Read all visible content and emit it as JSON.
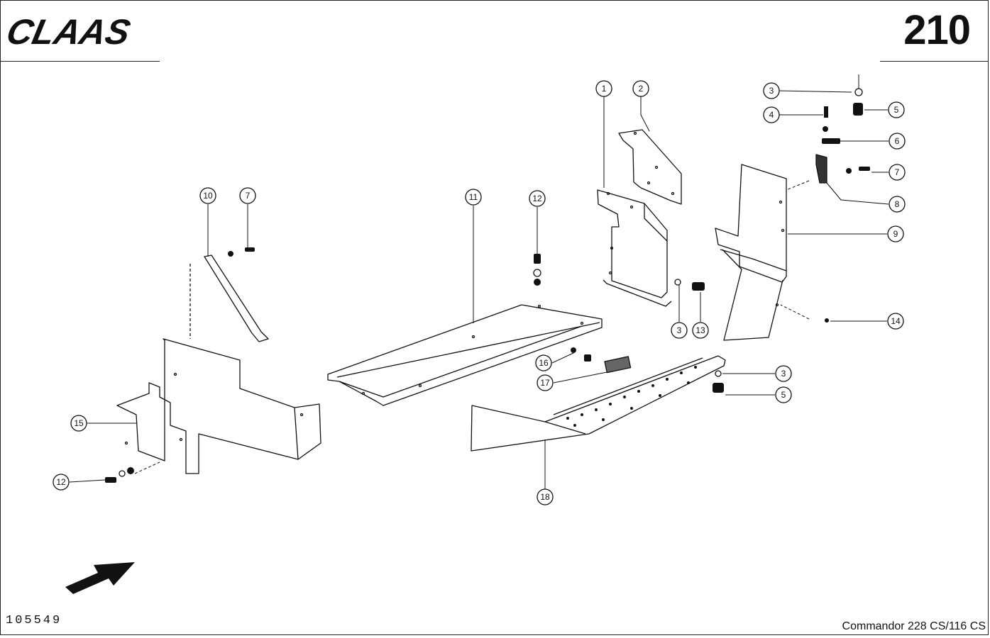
{
  "header": {
    "brand": "CLAAS",
    "page_number": "210"
  },
  "footer": {
    "doc_code": "105549",
    "model": "Commandor 228 CS/116 CS"
  },
  "callouts": [
    "1",
    "2",
    "3",
    "4",
    "5",
    "6",
    "7",
    "8",
    "9",
    "3",
    "13",
    "10",
    "7",
    "11",
    "12",
    "14",
    "16",
    "17",
    "3",
    "5",
    "15",
    "12",
    "18"
  ]
}
